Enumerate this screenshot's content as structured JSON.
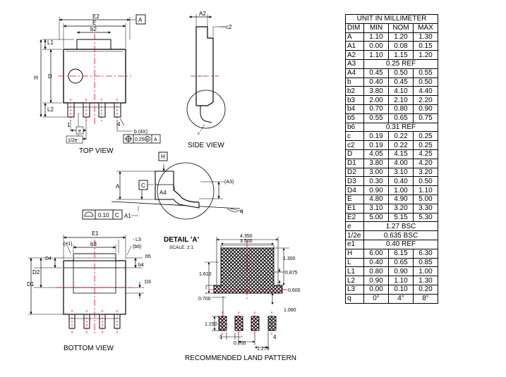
{
  "views": {
    "top": "TOP VIEW",
    "side": "SIDE VIEW",
    "bottom": "BOTTOM VIEW",
    "land": "RECOMMENDED LAND PATTERN",
    "detail_title": "DETAIL 'A'",
    "detail_scale": "SCALE: 2:1"
  },
  "labels": {
    "E2": "E2",
    "E": "E",
    "b2": "b2",
    "L1": "L1",
    "H": "H",
    "D": "D",
    "L2": "L2",
    "pin1": "1",
    "pin4": "4",
    "e": "e",
    "half_e": "1/2e",
    "b4x": "b (4X)",
    "tol_025": "0.25",
    "A2": "A2",
    "c2": "c2",
    "c": "c",
    "Hbox": "H",
    "Cbox": "C",
    "A": "A",
    "A4": "A4",
    "A3": "(A3)",
    "A1": "A1",
    "q": "q",
    "flat_tol": "0.10",
    "E1": "E1",
    "b3": "b3",
    "e1": "(e1)",
    "L3": "L3",
    "b6": "(b6)",
    "b5": "b5",
    "b4": "b4",
    "D4": "D4",
    "D2": "D2",
    "D3": "D3",
    "D1": "D1",
    "datumA": "A",
    "datumM": "M",
    "datumC": "C"
  },
  "land": {
    "w_outer": "4.350",
    "w_inner": "3.500",
    "d1300": "1.300",
    "d0875": "0.875",
    "d1610": "1.610",
    "d0600": "0.600",
    "d0700a": "0.700",
    "d1060": "1.060",
    "d1150": "1.150",
    "d0700b": "0.700",
    "d1270": "1.270",
    "pin1": "1",
    "pin4": "4"
  },
  "table": {
    "title": "UNIT IN MILLIMETER",
    "headers": [
      "DIM",
      "MIN",
      "NOM",
      "MAX"
    ],
    "rows": [
      [
        "A",
        "1.10",
        "1.20",
        "1.30"
      ],
      [
        "A1",
        "0.00",
        "0.08",
        "0.15"
      ],
      [
        "A2",
        "1.10",
        "1.15",
        "1.20"
      ],
      [
        "A3",
        "0.25 REF"
      ],
      [
        "A4",
        "0.45",
        "0.50",
        "0.55"
      ],
      [
        "b",
        "0.40",
        "0.45",
        "0.50"
      ],
      [
        "b2",
        "3.80",
        "4.10",
        "4.40"
      ],
      [
        "b3",
        "2.00",
        "2.10",
        "2.20"
      ],
      [
        "b4",
        "0.70",
        "0.80",
        "0.90"
      ],
      [
        "b5",
        "0.55",
        "0.65",
        "0.75"
      ],
      [
        "b6",
        "0.31 REF"
      ],
      [
        "c",
        "0.19",
        "0.22",
        "0.25"
      ],
      [
        "c2",
        "0.19",
        "0.22",
        "0.25"
      ],
      [
        "D",
        "4.05",
        "4.15",
        "4.25"
      ],
      [
        "D1",
        "3.80",
        "4.00",
        "4.20"
      ],
      [
        "D2",
        "3.00",
        "3.10",
        "3.20"
      ],
      [
        "D3",
        "0.30",
        "0.40",
        "0.50"
      ],
      [
        "D4",
        "0.90",
        "1.00",
        "1.10"
      ],
      [
        "E",
        "4.80",
        "4.90",
        "5.00"
      ],
      [
        "E1",
        "3.10",
        "3.20",
        "3.30"
      ],
      [
        "E2",
        "5.00",
        "5.15",
        "5.30"
      ],
      [
        "e",
        "1.27 BSC"
      ],
      [
        "1/2e",
        "0.635 BSC"
      ],
      [
        "e1",
        "0.40 REF"
      ],
      [
        "H",
        "6.00",
        "6.15",
        "6.30"
      ],
      [
        "L",
        "0.40",
        "0.65",
        "0.85"
      ],
      [
        "L1",
        "0.80",
        "0.90",
        "1.00"
      ],
      [
        "L2",
        "0.90",
        "1.10",
        "1.30"
      ],
      [
        "L3",
        "0.00",
        "0.10",
        "0.20"
      ],
      [
        "q",
        "0°",
        "4°",
        "8°"
      ]
    ]
  },
  "colors": {
    "centerline": "#e0001b",
    "ink": "#000000"
  }
}
